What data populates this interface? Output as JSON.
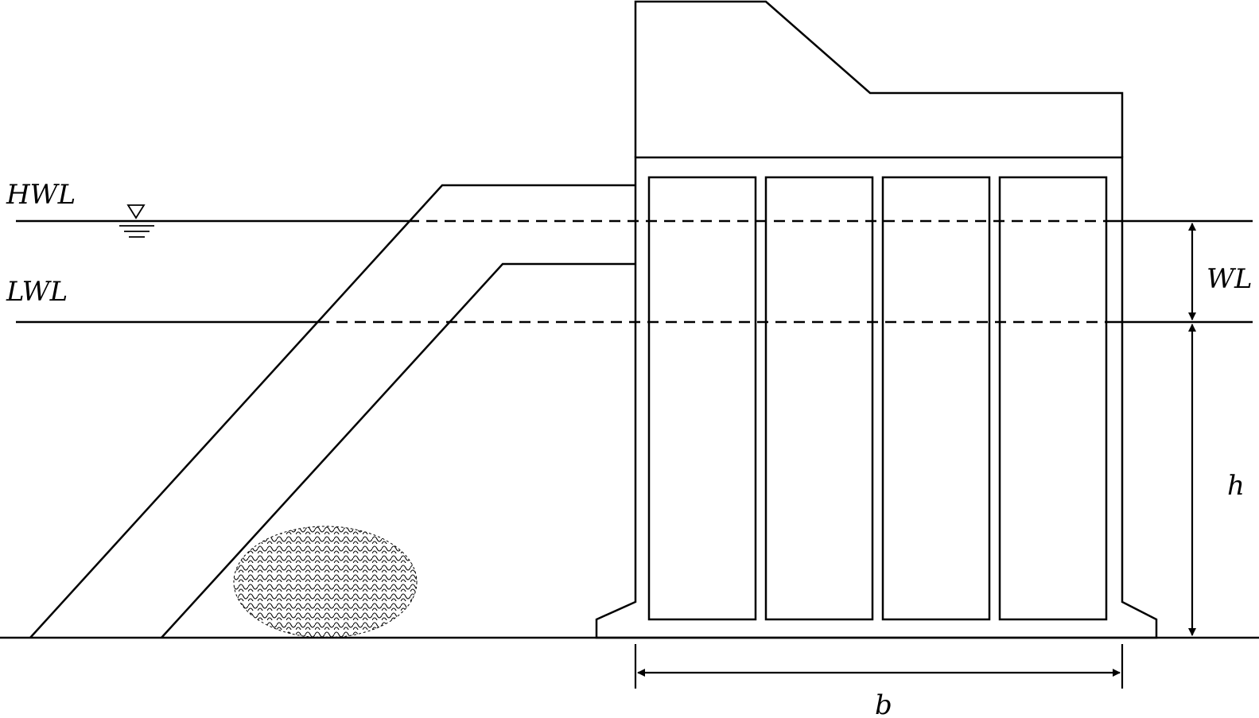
{
  "labels": {
    "hwl": "HWL",
    "lwl": "LWL",
    "wl": "WL",
    "h": "h",
    "b": "b"
  },
  "diagram": {
    "line_color": "#000000",
    "background": "#ffffff",
    "chamber_count": 4,
    "elements": [
      "high-water-level-line",
      "low-water-level-line",
      "water-level-symbol",
      "outer-embankment-slope",
      "inner-embankment-slope",
      "caisson-superstructure",
      "caisson-body",
      "caisson-chambers",
      "hatched-ellipse",
      "ground-line",
      "dimension-wl",
      "dimension-h",
      "dimension-b"
    ]
  }
}
